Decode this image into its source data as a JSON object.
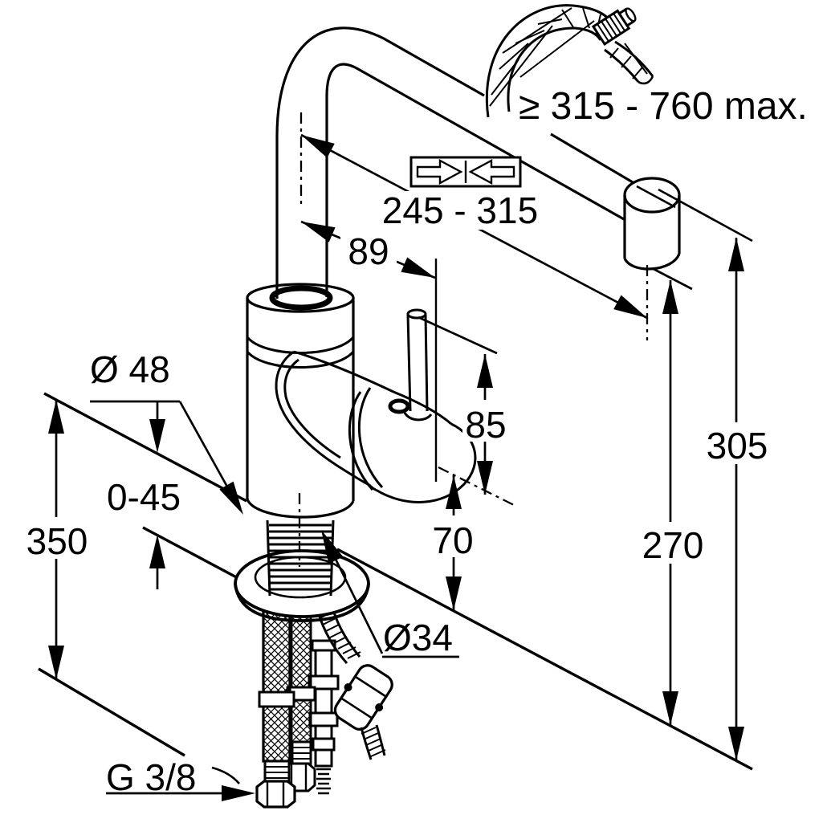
{
  "drawing": {
    "background": "#ffffff",
    "line_color": "#000000"
  },
  "icons": {
    "adjustable_length": "opposing-arrows-box"
  },
  "dimensions": {
    "hose_extension": "≥ 315 - 760 max.",
    "spout_reach": "245 - 315",
    "handle_offset": "89",
    "base_diameter": "Ø 48",
    "deck_thickness": "0-45",
    "hose_length_below_deck": "350",
    "handle_height": "85",
    "handle_height_above_deck": "70",
    "hole_diameter": "Ø34",
    "outlet_height_max": "305",
    "outlet_height": "270",
    "supply_connection": "G 3/8"
  }
}
